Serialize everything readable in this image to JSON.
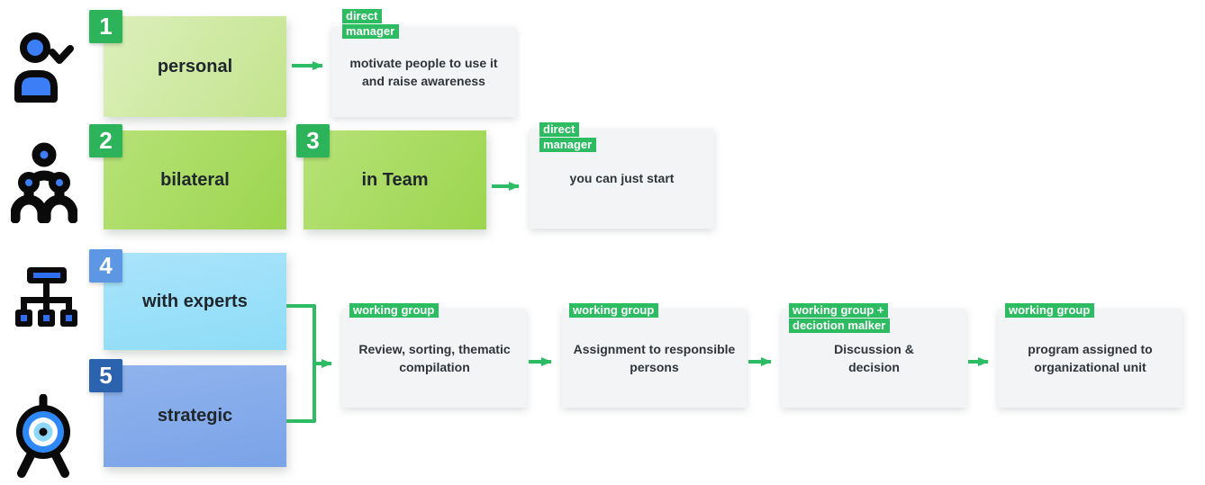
{
  "colors": {
    "accent_green": "#2ebc62",
    "arrow_green": "#2cbd64",
    "badge_green": "#2db45a",
    "badge_blue_light": "#5d97e3",
    "badge_blue_dark": "#2b63ae",
    "box_green_light": "#cde8a0",
    "box_green": "#a7da5e",
    "box_cyan": "#9ce0f9",
    "box_blue": "#84abe9",
    "note_background": "#f3f4f6",
    "icon_blue": "#3b7ef6",
    "icon_light_blue": "#8ed7f8"
  },
  "levels": [
    {
      "num": "1",
      "label": "personal"
    },
    {
      "num": "2",
      "label": "bilateral"
    },
    {
      "num": "3",
      "label": "in Team"
    },
    {
      "num": "4",
      "label": "with experts"
    },
    {
      "num": "5",
      "label": "strategic"
    }
  ],
  "icons": [
    {
      "name": "person-check-icon"
    },
    {
      "name": "people-group-icon"
    },
    {
      "name": "org-hierarchy-icon"
    },
    {
      "name": "target-icon"
    }
  ],
  "notes": [
    {
      "tag": "direct manager",
      "text": "motivate people to use it and raise awareness"
    },
    {
      "tag": "direct manager",
      "text": "you can just start"
    },
    {
      "tag": "working group",
      "text": "Review, sorting, thematic compilation"
    },
    {
      "tag": "working group",
      "text": "Assignment to responsible persons"
    },
    {
      "tag": "working group + deciotion malker",
      "text": "Discussion & decision"
    },
    {
      "tag": "working group",
      "text": "program assigned to organizational unit"
    }
  ]
}
